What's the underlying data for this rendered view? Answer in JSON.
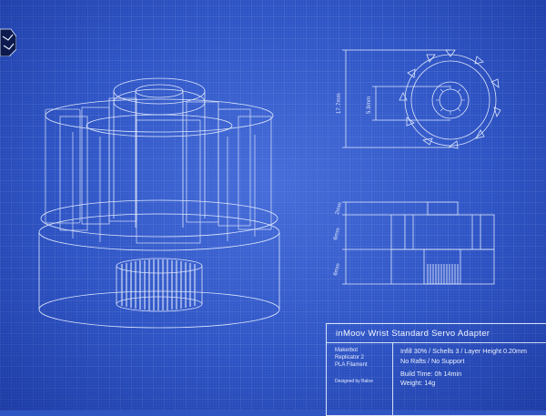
{
  "title_block": {
    "title": "inMoov Wrist Standard Servo Adapter",
    "printer_line1": "Makerbot",
    "printer_line2": "Replicator 2",
    "filament": "PLA Filament",
    "designer": "Designed by Baloe",
    "settings_line1": "Infill 30% / Schells 3 / Layer Height 0.20mm",
    "settings_line2": "No Rafts / No Support",
    "build_time": "Build Time: 0h 14min",
    "weight": "Weight: 14g"
  },
  "dimensions": {
    "outer_diameter": "17.7mm",
    "inner_diameter": "5.9mm",
    "top_height": "2mm",
    "middle_height": "6mm",
    "base_height": "6mm"
  },
  "colors": {
    "background": "#2e54c4",
    "line": "#e6eeff"
  },
  "icons": {
    "logo": "makerbot-logo-icon"
  }
}
